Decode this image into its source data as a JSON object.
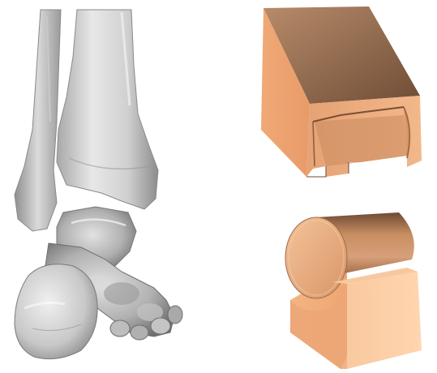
{
  "figure": {
    "panels": [
      {
        "name": "ankle-bones",
        "depicts": "ankle-joint-bones"
      },
      {
        "name": "mechanical-model",
        "depicts": "mortise-and-cylinder-joint-model"
      }
    ],
    "colors": {
      "background": "#ffffff",
      "bone_light": "#e6e6e6",
      "bone_mid": "#b8b8b8",
      "bone_dark": "#7a7a7a",
      "model_light": "#f6c79c",
      "model_mid": "#e8a778",
      "model_dark": "#a06b48",
      "model_shadow": "#6e4a33"
    }
  }
}
